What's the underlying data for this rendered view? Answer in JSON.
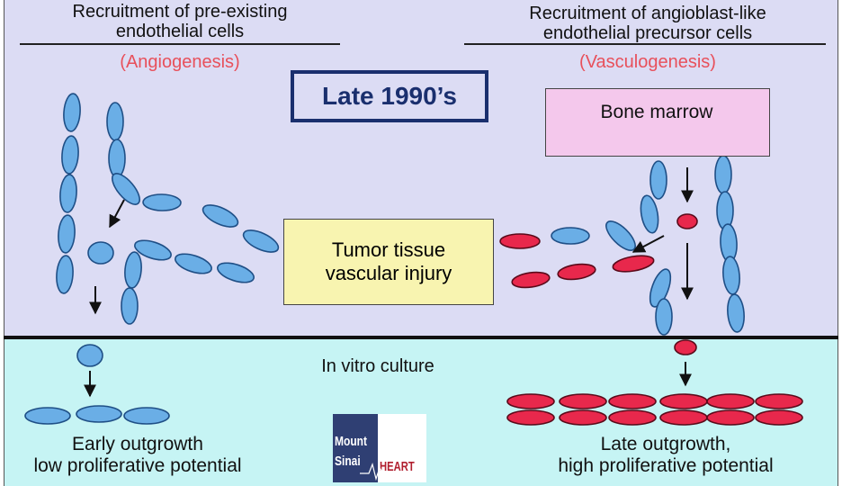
{
  "left_header": {
    "line1": "Recruitment of pre-existing",
    "line2": "endothelial cells",
    "subtitle": "(Angiogenesis)"
  },
  "right_header": {
    "line1": "Recruitment of angioblast-like",
    "line2": "endothelial precursor cells",
    "subtitle": "(Vasculogenesis)"
  },
  "era_badge": "Late 1990’s",
  "bone_marrow": "Bone marrow",
  "center_box": {
    "line1": "Tumor tissue",
    "line2": "vascular injury"
  },
  "culture_label": "In vitro culture",
  "early": {
    "line1": "Early outgrowth",
    "line2": "low proliferative potential"
  },
  "late": {
    "line1": "Late outgrowth,",
    "line2": "high proliferative potential"
  },
  "logo": {
    "line1": "Mount",
    "line2": "Sinai",
    "line3": "HEART"
  },
  "colors": {
    "top_panel": "#dcdcf4",
    "bottom_panel": "#c6f4f4",
    "endothelial_cell": "#6aaee6",
    "progenitor_cell": "#e8284c",
    "subtitle_red": "#e8505b",
    "badge_border": "#1a2f6e",
    "bone_marrow_fill": "#f4c8ec",
    "tumor_box_fill": "#f8f4b0"
  }
}
